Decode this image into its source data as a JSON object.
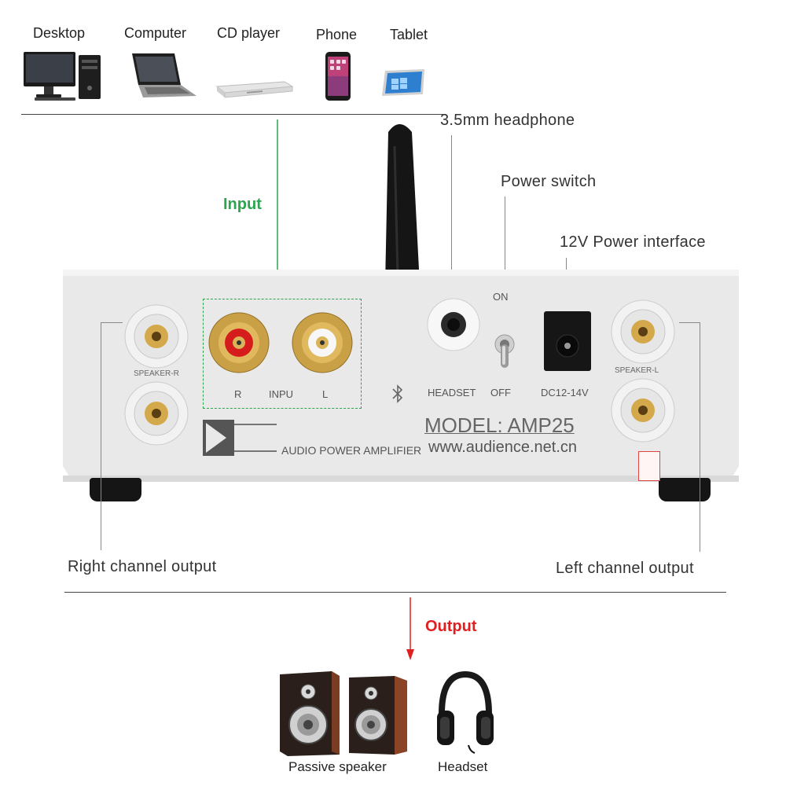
{
  "sources": [
    {
      "label": "Desktop",
      "icon": "desktop-icon"
    },
    {
      "label": "Computer",
      "icon": "laptop-icon"
    },
    {
      "label": "CD player",
      "icon": "cd-player-icon"
    },
    {
      "label": "Phone",
      "icon": "phone-icon"
    },
    {
      "label": "Tablet",
      "icon": "tablet-icon"
    }
  ],
  "callouts": {
    "input": "Input",
    "headphone": "3.5mm headphone",
    "power_switch": "Power switch",
    "power_interface": "12V Power interface",
    "right_channel": "Right channel output",
    "left_channel": "Left channel output",
    "output": "Output"
  },
  "panel": {
    "speaker_r": "SPEAKER-R",
    "speaker_l": "SPEAKER-L",
    "rca_r": "R",
    "rca_input": "INPU",
    "rca_l": "L",
    "headset": "HEADSET",
    "on": "ON",
    "off": "OFF",
    "dc": "DC12-14V",
    "model": "MODEL: AMP25",
    "product": "AUDIO POWER AMPLIFIER",
    "website": "www.audience.net.cn"
  },
  "outputs": [
    {
      "label": "Passive speaker",
      "icon": "speaker-icon"
    },
    {
      "label": "Headset",
      "icon": "headphones-icon"
    }
  ],
  "colors": {
    "input_accent": "#2ea44f",
    "output_accent": "#e02020",
    "panel": "#e9e9e9",
    "gold": "#c9a24a"
  }
}
